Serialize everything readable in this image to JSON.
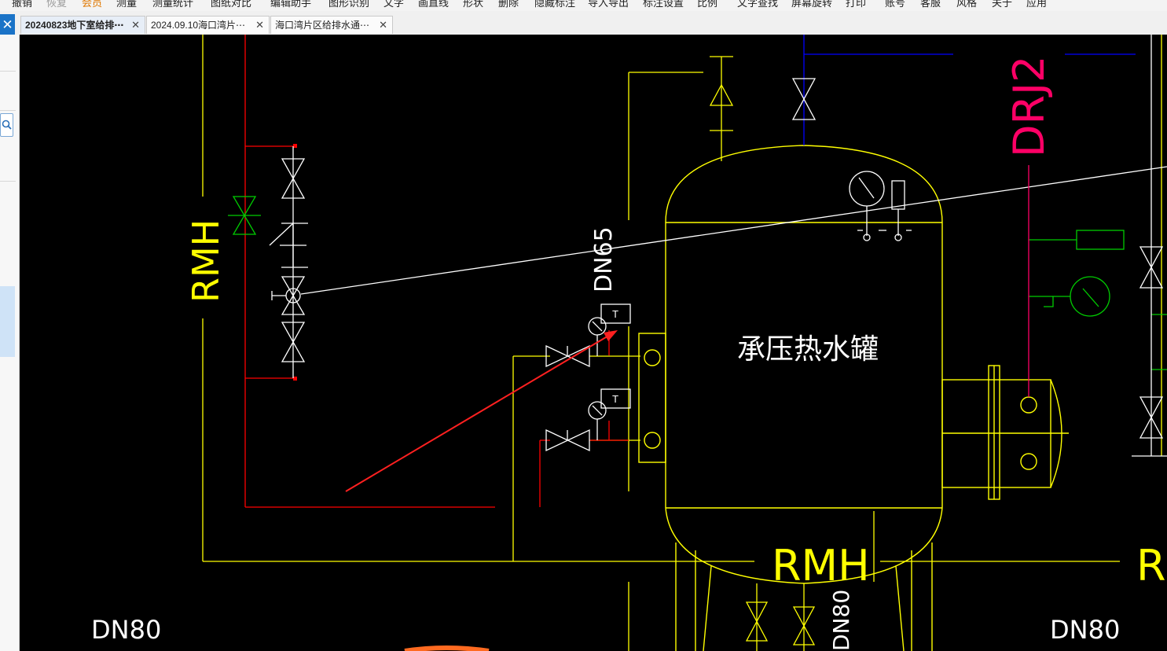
{
  "menu": {
    "items": [
      {
        "label": "撤销",
        "state": "normal"
      },
      {
        "label": "恢复",
        "state": "dim"
      },
      {
        "label": "会员",
        "state": "highlight"
      },
      {
        "label": "测量",
        "state": "normal"
      },
      {
        "label": "测量统计",
        "state": "normal"
      },
      {
        "label": "图纸对比",
        "state": "normal"
      },
      {
        "label": "编辑助手",
        "state": "normal"
      },
      {
        "label": "图形识别",
        "state": "normal"
      },
      {
        "label": "文字",
        "state": "normal"
      },
      {
        "label": "画直线",
        "state": "normal"
      },
      {
        "label": "形状",
        "state": "normal"
      },
      {
        "label": "删除",
        "state": "normal"
      },
      {
        "label": "隐藏标注",
        "state": "normal"
      },
      {
        "label": "导入导出",
        "state": "normal"
      },
      {
        "label": "标注设置",
        "state": "normal"
      },
      {
        "label": "比例",
        "state": "normal"
      },
      {
        "label": "文字查找",
        "state": "normal"
      },
      {
        "label": "屏幕旋转",
        "state": "normal"
      },
      {
        "label": "打印",
        "state": "normal"
      },
      {
        "label": "账号",
        "state": "normal"
      },
      {
        "label": "客服",
        "state": "normal"
      },
      {
        "label": "风格",
        "state": "normal"
      },
      {
        "label": "关于",
        "state": "normal"
      },
      {
        "label": "应用",
        "state": "normal"
      }
    ],
    "colors": {
      "normal": "#222222",
      "dim": "#9a9a9a",
      "highlight": "#e07800"
    }
  },
  "tabs": [
    {
      "label": "20240823地下室给排⋯",
      "active": true
    },
    {
      "label": "2024.09.10海口湾片⋯",
      "active": false
    },
    {
      "label": "海口湾片区给排水通⋯",
      "active": false
    }
  ],
  "tab_close_glyph": "✕",
  "sidebar": {
    "close_glyph": "✕",
    "search_icon": "search-icon"
  },
  "drawing": {
    "background": "#000000",
    "labels": {
      "rmh_left": "RMH",
      "rmh_bottom": "RMH",
      "rmh_right": "R",
      "dn65": "DN65",
      "drj2": "DRJ2",
      "tank": "承压热水罐",
      "dn80_left": "DN80",
      "dn80_right": "DN80",
      "dn80_vertical": "DN80"
    },
    "colors": {
      "yellow": "#ffff00",
      "red": "#ff0000",
      "white": "#ffffff",
      "green": "#00cc00",
      "blue": "#0000ff",
      "magenta": "#ff0066",
      "annotation": "#ff2020"
    }
  }
}
